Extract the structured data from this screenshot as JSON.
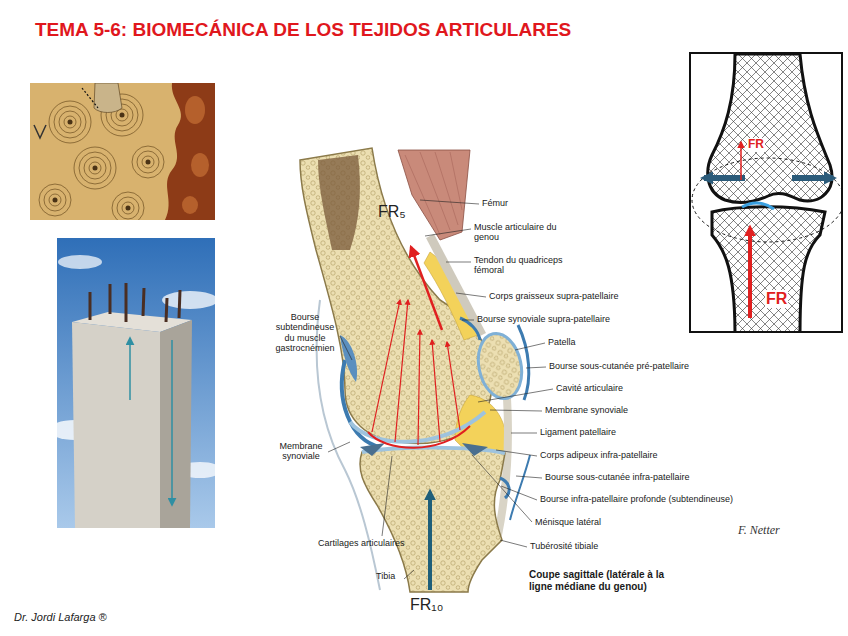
{
  "diagram": {
    "title": "TEMA 5-6: BIOMECÁNICA DE LOS TEJIDOS ARTICULARES",
    "caption": "Coupe sagittale (latérale à la ligne médiane du genou)",
    "labels": [
      "Fémur",
      "Muscle articulaire du genou",
      "Tendon du quadriceps fémoral",
      "Corps graisseux supra-patellaire",
      "Bourse synoviale supra-patellaire",
      "Patella",
      "Bourse sous-cutanée pré-patellaire",
      "Cavité articulaire",
      "Membrane synoviale",
      "Ligament patellaire",
      "Corps adipeux infra-patellaire",
      "Bourse sous-cutanée infra-patellaire",
      "Bourse infra-patellaire profonde (subtendineuse)",
      "Ménisque latéral",
      "Tubérosité tibiale",
      "Bourse subtendineuse du muscle gastrocnémien",
      "Membrane synoviale",
      "Cartilages articulaires",
      "Tibia",
      "FR₅",
      "FR₁₀",
      "FR",
      "FR",
      "F. Netter",
      "Dr. Jordi Lafarga ®"
    ]
  }
}
